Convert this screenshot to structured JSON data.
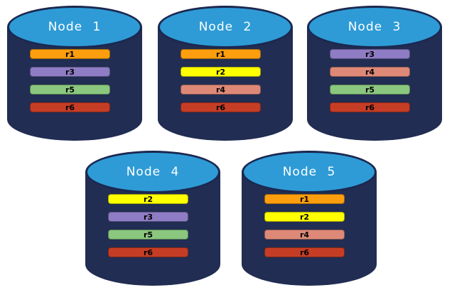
{
  "colors": {
    "background": "#FFFFFF",
    "cylinder_body": "#212D52",
    "cylinder_top": "#2E9BD6",
    "cylinder_top_border": "#1B2850",
    "label_text": "#FFFFFF",
    "bar_text": "#000000"
  },
  "partition_colors": {
    "r1": "#FC9E0D",
    "r2": "#FFFF00",
    "r3": "#8E7CC4",
    "r4": "#DE8978",
    "r5": "#8BC77F",
    "r6": "#C63D26"
  },
  "nodes": [
    {
      "label": "Node 1",
      "partitions": [
        "r1",
        "r3",
        "r5",
        "r6"
      ]
    },
    {
      "label": "Node 2",
      "partitions": [
        "r1",
        "r2",
        "r4",
        "r6"
      ]
    },
    {
      "label": "Node 3",
      "partitions": [
        "r3",
        "r4",
        "r5",
        "r6"
      ]
    },
    {
      "label": "Node 4",
      "partitions": [
        "r2",
        "r3",
        "r5",
        "r6"
      ]
    },
    {
      "label": "Node 5",
      "partitions": [
        "r1",
        "r2",
        "r4",
        "r6"
      ]
    }
  ]
}
